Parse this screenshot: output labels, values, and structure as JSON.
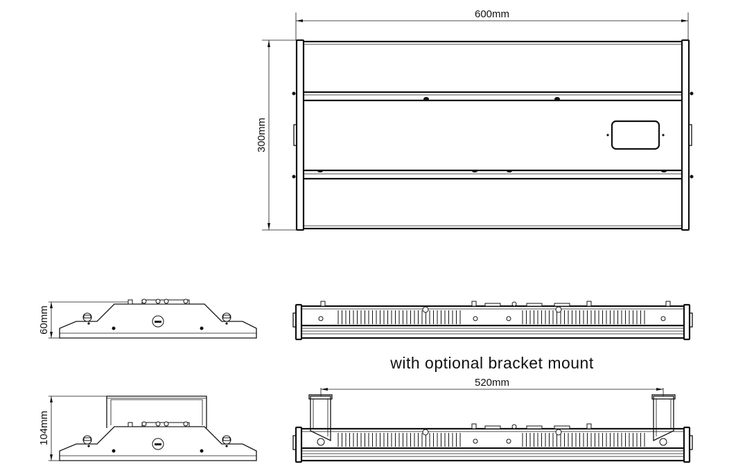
{
  "dimensions": {
    "top_width": "600mm",
    "top_height": "300mm",
    "side_height": "60mm",
    "bracket_side_height": "104mm",
    "bracket_span": "520mm"
  },
  "caption": "with optional bracket mount"
}
